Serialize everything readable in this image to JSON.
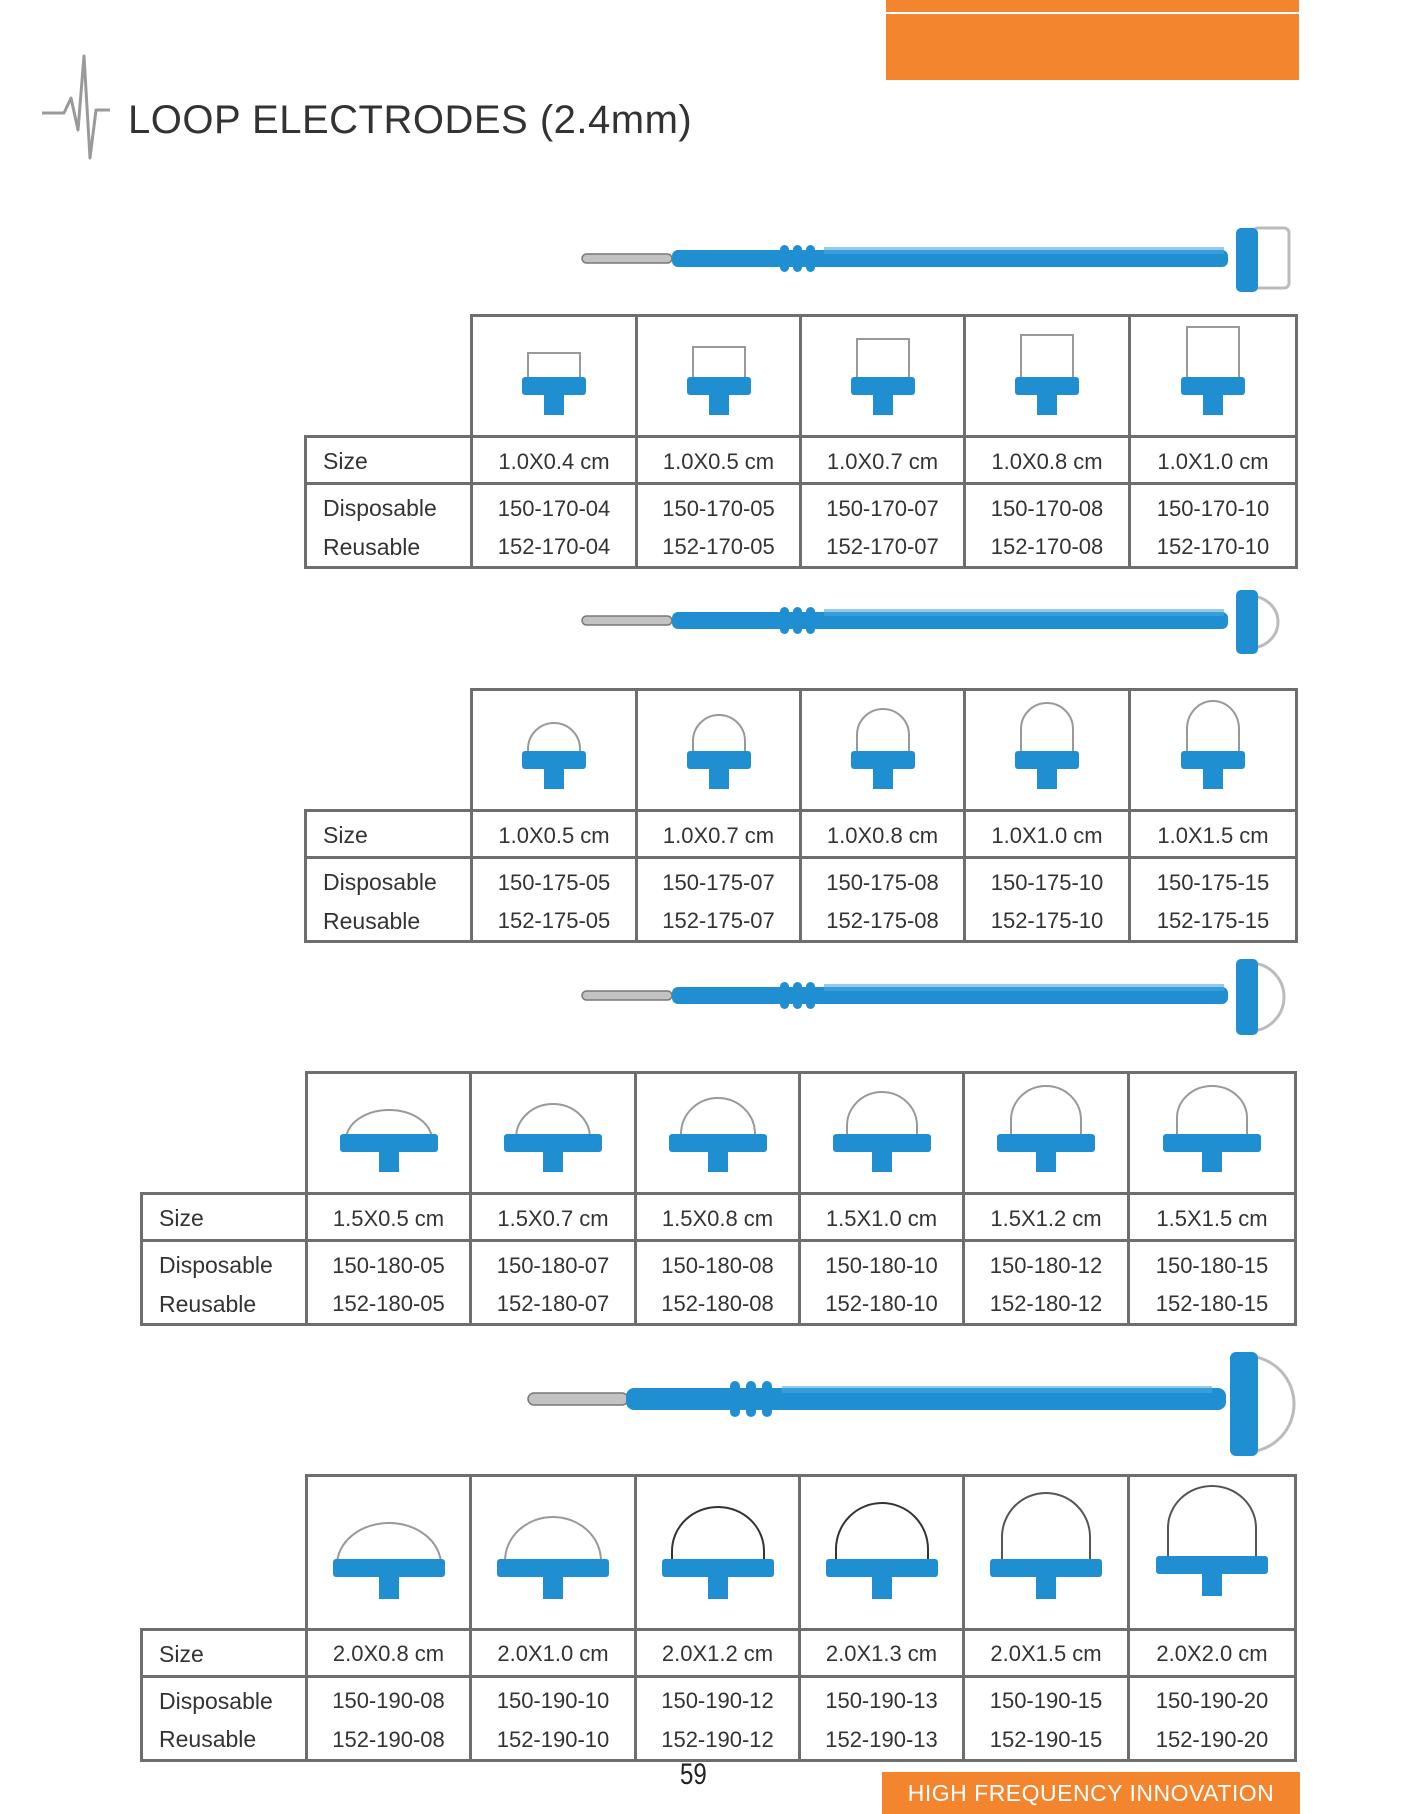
{
  "header": {
    "title": "LOOP ELECTRODES (2.4mm)"
  },
  "row_labels": {
    "size": "Size",
    "disposable": "Disposable",
    "reusable": "Reusable"
  },
  "tables": [
    {
      "loop": "rect",
      "items": [
        {
          "size": "1.0X0.4 cm",
          "disposable": "150-170-04",
          "reusable": "152-170-04"
        },
        {
          "size": "1.0X0.5 cm",
          "disposable": "150-170-05",
          "reusable": "152-170-05"
        },
        {
          "size": "1.0X0.7 cm",
          "disposable": "150-170-07",
          "reusable": "152-170-07"
        },
        {
          "size": "1.0X0.8 cm",
          "disposable": "150-170-08",
          "reusable": "152-170-08"
        },
        {
          "size": "1.0X1.0 cm",
          "disposable": "150-170-10",
          "reusable": "152-170-10"
        }
      ]
    },
    {
      "loop": "round",
      "items": [
        {
          "size": "1.0X0.5 cm",
          "disposable": "150-175-05",
          "reusable": "152-175-05"
        },
        {
          "size": "1.0X0.7 cm",
          "disposable": "150-175-07",
          "reusable": "152-175-07"
        },
        {
          "size": "1.0X0.8 cm",
          "disposable": "150-175-08",
          "reusable": "152-175-08"
        },
        {
          "size": "1.0X1.0 cm",
          "disposable": "150-175-10",
          "reusable": "152-175-10"
        },
        {
          "size": "1.0X1.5 cm",
          "disposable": "150-175-15",
          "reusable": "152-175-15"
        }
      ]
    },
    {
      "loop": "round",
      "items": [
        {
          "size": "1.5X0.5 cm",
          "disposable": "150-180-05",
          "reusable": "152-180-05"
        },
        {
          "size": "1.5X0.7 cm",
          "disposable": "150-180-07",
          "reusable": "152-180-07"
        },
        {
          "size": "1.5X0.8 cm",
          "disposable": "150-180-08",
          "reusable": "152-180-08"
        },
        {
          "size": "1.5X1.0 cm",
          "disposable": "150-180-10",
          "reusable": "152-180-10"
        },
        {
          "size": "1.5X1.2 cm",
          "disposable": "150-180-12",
          "reusable": "152-180-12"
        },
        {
          "size": "1.5X1.5 cm",
          "disposable": "150-180-15",
          "reusable": "152-180-15"
        }
      ]
    },
    {
      "loop": "round",
      "items": [
        {
          "size": "2.0X0.8 cm",
          "disposable": "150-190-08",
          "reusable": "152-190-08"
        },
        {
          "size": "2.0X1.0 cm",
          "disposable": "150-190-10",
          "reusable": "152-190-10"
        },
        {
          "size": "2.0X1.2 cm",
          "disposable": "150-190-12",
          "reusable": "152-190-12"
        },
        {
          "size": "2.0X1.3 cm",
          "disposable": "150-190-13",
          "reusable": "152-190-13"
        },
        {
          "size": "2.0X1.5 cm",
          "disposable": "150-190-15",
          "reusable": "152-190-15"
        },
        {
          "size": "2.0X2.0 cm",
          "disposable": "150-190-20",
          "reusable": "152-190-20"
        }
      ]
    }
  ],
  "footer": {
    "page_number": "59",
    "tagline": "HIGH FREQUENCY INNOVATION"
  },
  "colors": {
    "accent": "#f2852d",
    "electrode_blue": "#1f8fd2",
    "grid": "#6e6e6e"
  }
}
